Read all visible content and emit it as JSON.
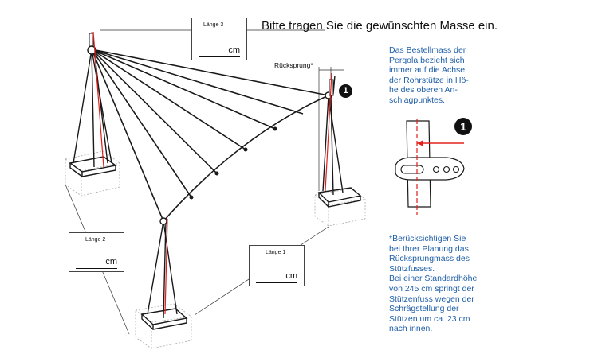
{
  "heading": "Bitte tragen Sie die gewünschten Masse ein.",
  "note_top": {
    "lines": [
      "Das Bestellmass der",
      "Pergola bezieht sich",
      "immer auf die Achse",
      "der Rohrstütze in Hö-",
      "he des oberen An-",
      "schlagpunktes."
    ]
  },
  "note_bottom": {
    "lines": [
      "*Berücksichtigen Sie",
      "bei Ihrer Planung das",
      "Rücksprungmass des",
      "Stützfusses.",
      "Bei einer Standardhöhe",
      "von 245 cm springt der",
      "Stützenfuss wegen der",
      "Schrägstellung der",
      "Stützen um ca. 23 cm",
      "nach innen."
    ]
  },
  "fields": {
    "laenge1": {
      "label": "Länge 1",
      "unit": "cm"
    },
    "laenge2": {
      "label": "Länge 2",
      "unit": "cm"
    },
    "laenge3": {
      "label": "Länge 3",
      "unit": "cm"
    }
  },
  "ruecksprung_label": "Rücksprung*",
  "callout_number": "1",
  "colors": {
    "note_text": "#1f5fa8",
    "axis_red": "#e0201b",
    "line_dark": "#1a1a1a"
  }
}
